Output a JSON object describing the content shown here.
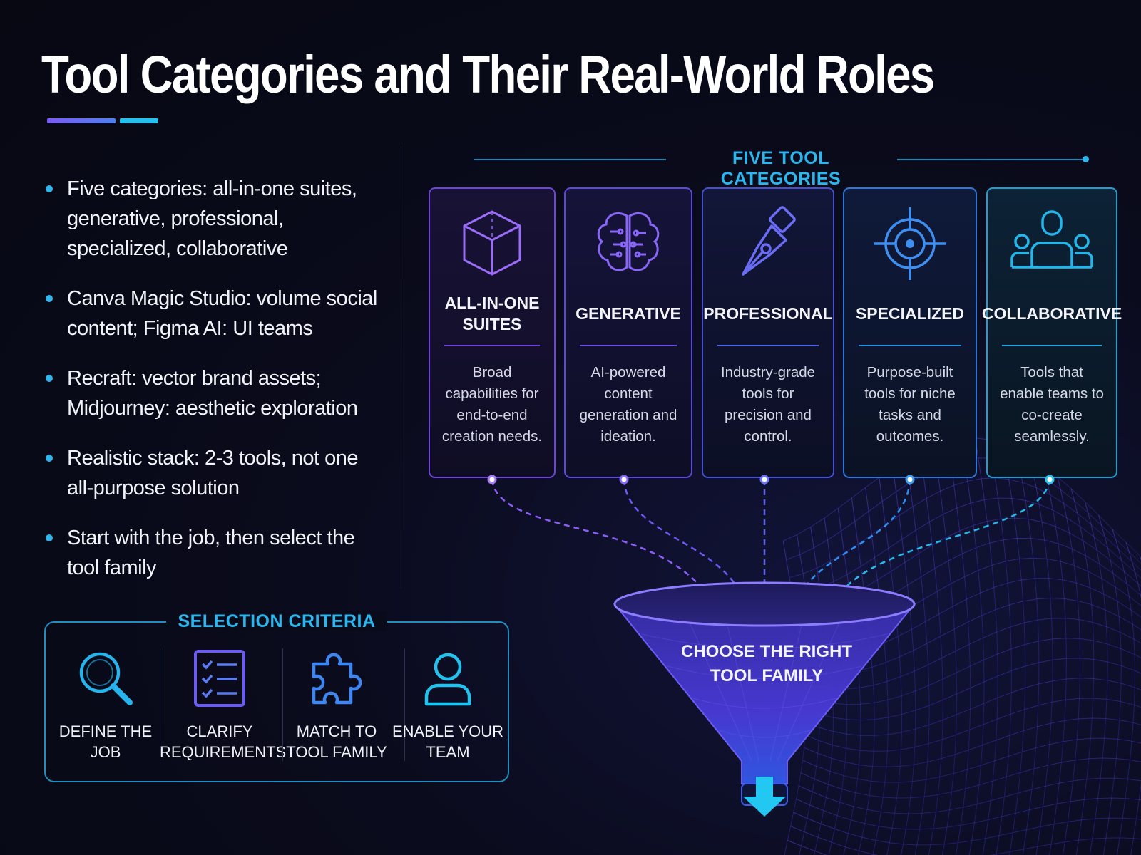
{
  "title": "Tool Categories and Their Real-World Roles",
  "bullets": [
    "Five categories: all-in-one suites, generative, professional, specialized, collaborative",
    "Canva Magic Studio: volume social content; Figma AI: UI teams",
    "Recraft: vector brand assets; Midjourney: aesthetic exploration",
    "Realistic stack: 2-3 tools, not one all-purpose solution",
    "Start with the job, then select the tool family"
  ],
  "criteria": {
    "title": "SELECTION CRITERIA",
    "items": [
      {
        "label": "DEFINE THE JOB",
        "icon": "magnifier-icon"
      },
      {
        "label": "CLARIFY REQUIREMENTS",
        "icon": "checklist-icon"
      },
      {
        "label": "MATCH TO TOOL FAMILY",
        "icon": "puzzle-icon"
      },
      {
        "label": "ENABLE YOUR TEAM",
        "icon": "user-icon"
      }
    ]
  },
  "categories": {
    "title": "FIVE TOOL CATEGORIES",
    "items": [
      {
        "name": "ALL-IN-ONE SUITES",
        "desc": "Broad capabilities for end-to-end creation needs.",
        "icon": "cube-icon",
        "color": "#8b5cf6"
      },
      {
        "name": "GENERATIVE",
        "desc": "AI-powered content generation and ideation.",
        "icon": "brain-icon",
        "color": "#7c5cf2"
      },
      {
        "name": "PROFESSIONAL",
        "desc": "Industry-grade tools for precision and control.",
        "icon": "pen-nib-icon",
        "color": "#5b63f0"
      },
      {
        "name": "SPECIALIZED",
        "desc": "Purpose-built tools for niche tasks and outcomes.",
        "icon": "target-icon",
        "color": "#2f8ff0"
      },
      {
        "name": "COLLABORATIVE",
        "desc": "Tools that enable teams to co-create seamlessly.",
        "icon": "team-icon",
        "color": "#22b8e8"
      }
    ]
  },
  "funnel": {
    "label": "CHOOSE THE RIGHT TOOL FAMILY"
  },
  "colors": {
    "background": "#0a0b1c",
    "accent_cyan": "#2bb6ee",
    "accent_purple": "#8b5cf6"
  }
}
